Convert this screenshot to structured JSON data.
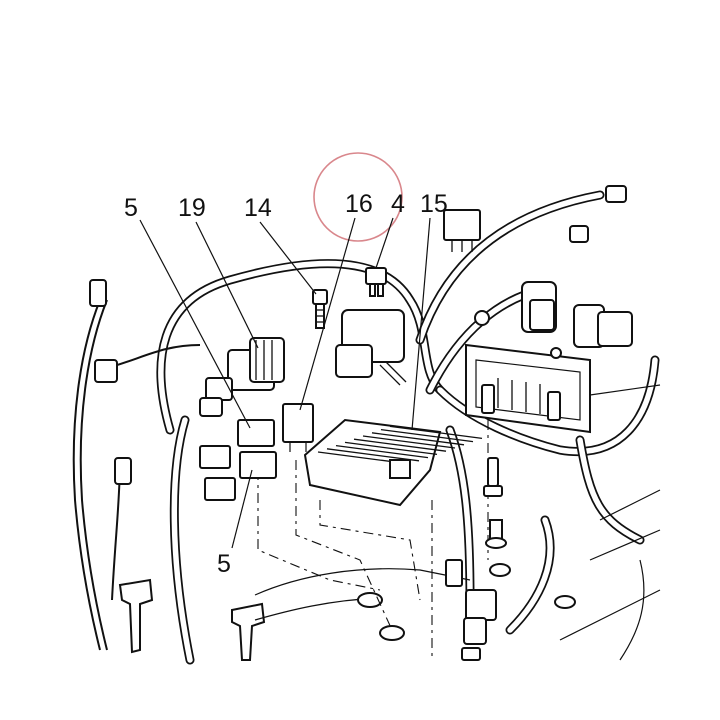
{
  "callouts": {
    "c5_top": "5",
    "c19": "19",
    "c14": "14",
    "c16": "16",
    "c4": "4",
    "c15": "15",
    "c5_bottom": "5"
  },
  "colors": {
    "ink": "#111111",
    "highlight_circle": "#d9878c",
    "background": "#ffffff"
  }
}
